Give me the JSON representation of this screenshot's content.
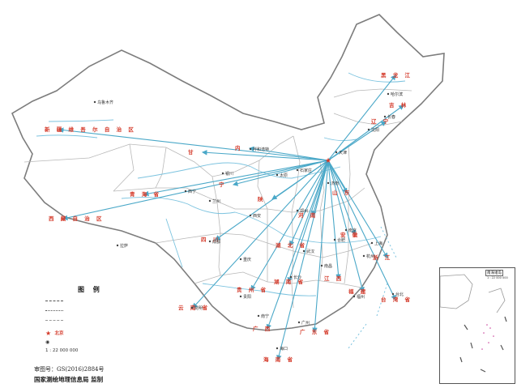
{
  "legend": {
    "title": "图 例",
    "capital_label": "北京",
    "scale_text": "1 : 22 000 000"
  },
  "footer": {
    "approval": "审图号：GS(2016)2884号",
    "publisher": "国家测绘地理信息局 监制"
  },
  "inset": {
    "title": "南海诸岛",
    "scale": "1 : 22 000 000"
  },
  "regions": [
    {
      "id": "heilongjiang",
      "name": "黑 龙 江"
    },
    {
      "id": "jilin",
      "name": "吉 林"
    },
    {
      "id": "liaoning",
      "name": "辽 宁"
    },
    {
      "id": "xinjiang",
      "name": "新 疆 维 吾 尔 自 治 区"
    },
    {
      "id": "xizang",
      "name": "西 藏 自 治 区"
    },
    {
      "id": "qinghai",
      "name": "青 海 省"
    },
    {
      "id": "gansu",
      "name": "甘"
    },
    {
      "id": "neimenggu",
      "name": "内"
    },
    {
      "id": "sichuan",
      "name": "四 川"
    },
    {
      "id": "guangxi",
      "name": "广 西"
    },
    {
      "id": "hainan",
      "name": "海 南 省"
    },
    {
      "id": "taiwan",
      "name": "台 湾 省"
    },
    {
      "id": "yunnan",
      "name": "云 南 省"
    },
    {
      "id": "guangdong",
      "name": "广 东 省"
    },
    {
      "id": "hunan",
      "name": "湖 南 省"
    },
    {
      "id": "jiangxi",
      "name": "江 西"
    },
    {
      "id": "zhejiang",
      "name": "浙 江"
    },
    {
      "id": "hubei",
      "name": "湖 北 省"
    },
    {
      "id": "henan",
      "name": "河 南"
    },
    {
      "id": "shandong",
      "name": "山 东"
    },
    {
      "id": "anhui",
      "name": "安 徽"
    },
    {
      "id": "guizhou",
      "name": "贵 州 省"
    },
    {
      "id": "fujian",
      "name": "福 建"
    },
    {
      "id": "shaanxi",
      "name": "陕"
    },
    {
      "id": "ningxia",
      "name": "宁"
    }
  ],
  "cities": [
    {
      "id": "urumqi",
      "name": "乌鲁木齐"
    },
    {
      "id": "lhasa",
      "name": "拉萨"
    },
    {
      "id": "haerbin",
      "name": "哈尔滨"
    },
    {
      "id": "changchun",
      "name": "长春"
    },
    {
      "id": "shenyang",
      "name": "沈阳"
    },
    {
      "id": "hohhot",
      "name": "呼和浩特"
    },
    {
      "id": "xining",
      "name": "西宁"
    },
    {
      "id": "lanzhou",
      "name": "兰州"
    },
    {
      "id": "xian",
      "name": "西安"
    },
    {
      "id": "chengdu",
      "name": "成都"
    },
    {
      "id": "chongqing",
      "name": "重庆"
    },
    {
      "id": "guiyang",
      "name": "贵阳"
    },
    {
      "id": "kunming",
      "name": "昆明"
    },
    {
      "id": "nanning",
      "name": "南宁"
    },
    {
      "id": "guangzhou",
      "name": "广州"
    },
    {
      "id": "haikou",
      "name": "海口"
    },
    {
      "id": "fuzhou",
      "name": "福州"
    },
    {
      "id": "hangzhou",
      "name": "杭州"
    },
    {
      "id": "nanjing",
      "name": "南京"
    },
    {
      "id": "hefei",
      "name": "合肥"
    },
    {
      "id": "wuhan",
      "name": "武汉"
    },
    {
      "id": "changsha",
      "name": "长沙"
    },
    {
      "id": "nanchang",
      "name": "南昌"
    },
    {
      "id": "zhengzhou",
      "name": "郑州"
    },
    {
      "id": "jinan",
      "name": "济南"
    },
    {
      "id": "shanghai",
      "name": "上海"
    },
    {
      "id": "taipei",
      "name": "台北"
    },
    {
      "id": "yinchuan",
      "name": "银川"
    },
    {
      "id": "taiyuan",
      "name": "太原"
    },
    {
      "id": "shijiazhuang",
      "name": "石家庄"
    },
    {
      "id": "tianjin",
      "name": "天津"
    }
  ],
  "colors": {
    "arrow": "#4aa8c8",
    "border": "#9a9a9a",
    "river": "#7cc3df",
    "label": "#d43a2a"
  }
}
